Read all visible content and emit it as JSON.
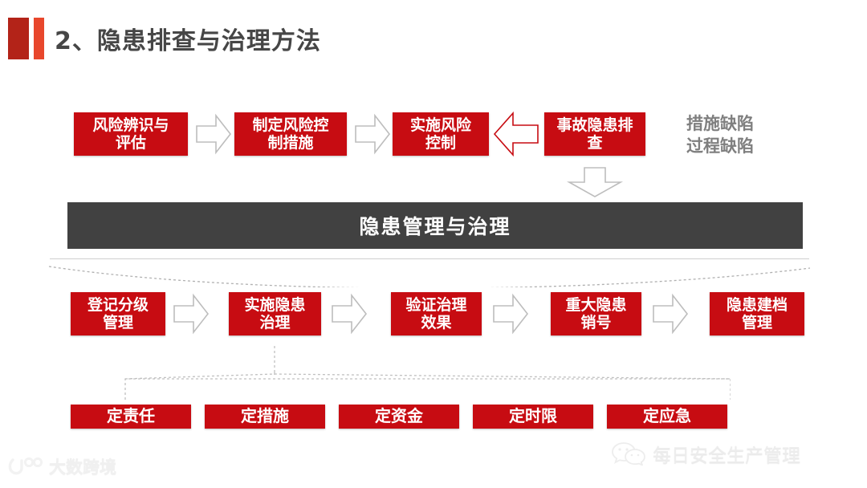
{
  "slide": {
    "title": "2、隐患排查与治理方法",
    "accent_dark": "#b32318",
    "accent_bright": "#e8472c",
    "box_red": "#c70c12",
    "banner_gray": "#414141",
    "note_gray": "#7f7f7f"
  },
  "row1": {
    "boxes": [
      {
        "label": "风险辨识与\n评估"
      },
      {
        "label": "制定风险控\n制措施"
      },
      {
        "label": "实施风险\n控制"
      },
      {
        "label": "事故隐患排\n查"
      }
    ],
    "note": "措施缺陷\n过程缺陷"
  },
  "banner": {
    "label": "隐患管理与治理"
  },
  "row2": {
    "boxes": [
      {
        "label": "登记分级\n管理"
      },
      {
        "label": "实施隐患\n治理"
      },
      {
        "label": "验证治理\n效果"
      },
      {
        "label": "重大隐患\n销号"
      },
      {
        "label": "隐患建档\n管理"
      }
    ]
  },
  "row3": {
    "boxes": [
      {
        "label": "定责任"
      },
      {
        "label": "定措施"
      },
      {
        "label": "定资金"
      },
      {
        "label": "定时限"
      },
      {
        "label": "定应急"
      }
    ]
  },
  "watermarks": {
    "left": "大数跨境",
    "right": "每日安全生产管理"
  }
}
